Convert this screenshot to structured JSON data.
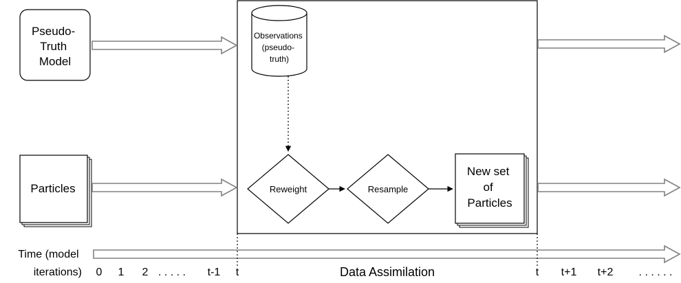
{
  "nodes": {
    "pseudo_truth_model": [
      "Pseudo-",
      "Truth",
      "Model"
    ],
    "particles": "Particles",
    "observations": [
      "Observations",
      "(pseudo-",
      "truth)"
    ],
    "reweight": "Reweight",
    "resample": "Resample",
    "new_particles": [
      "New set",
      "of",
      "Particles"
    ]
  },
  "timeline": {
    "axis_label": [
      "Time (model",
      "iterations)"
    ],
    "ticks_left": [
      "0",
      "1",
      "2",
      ". . . . .",
      "t-1",
      "t"
    ],
    "section_label": "Data Assimilation",
    "ticks_right": [
      "t",
      "t+1",
      "t+2",
      ". . . . . ."
    ]
  }
}
